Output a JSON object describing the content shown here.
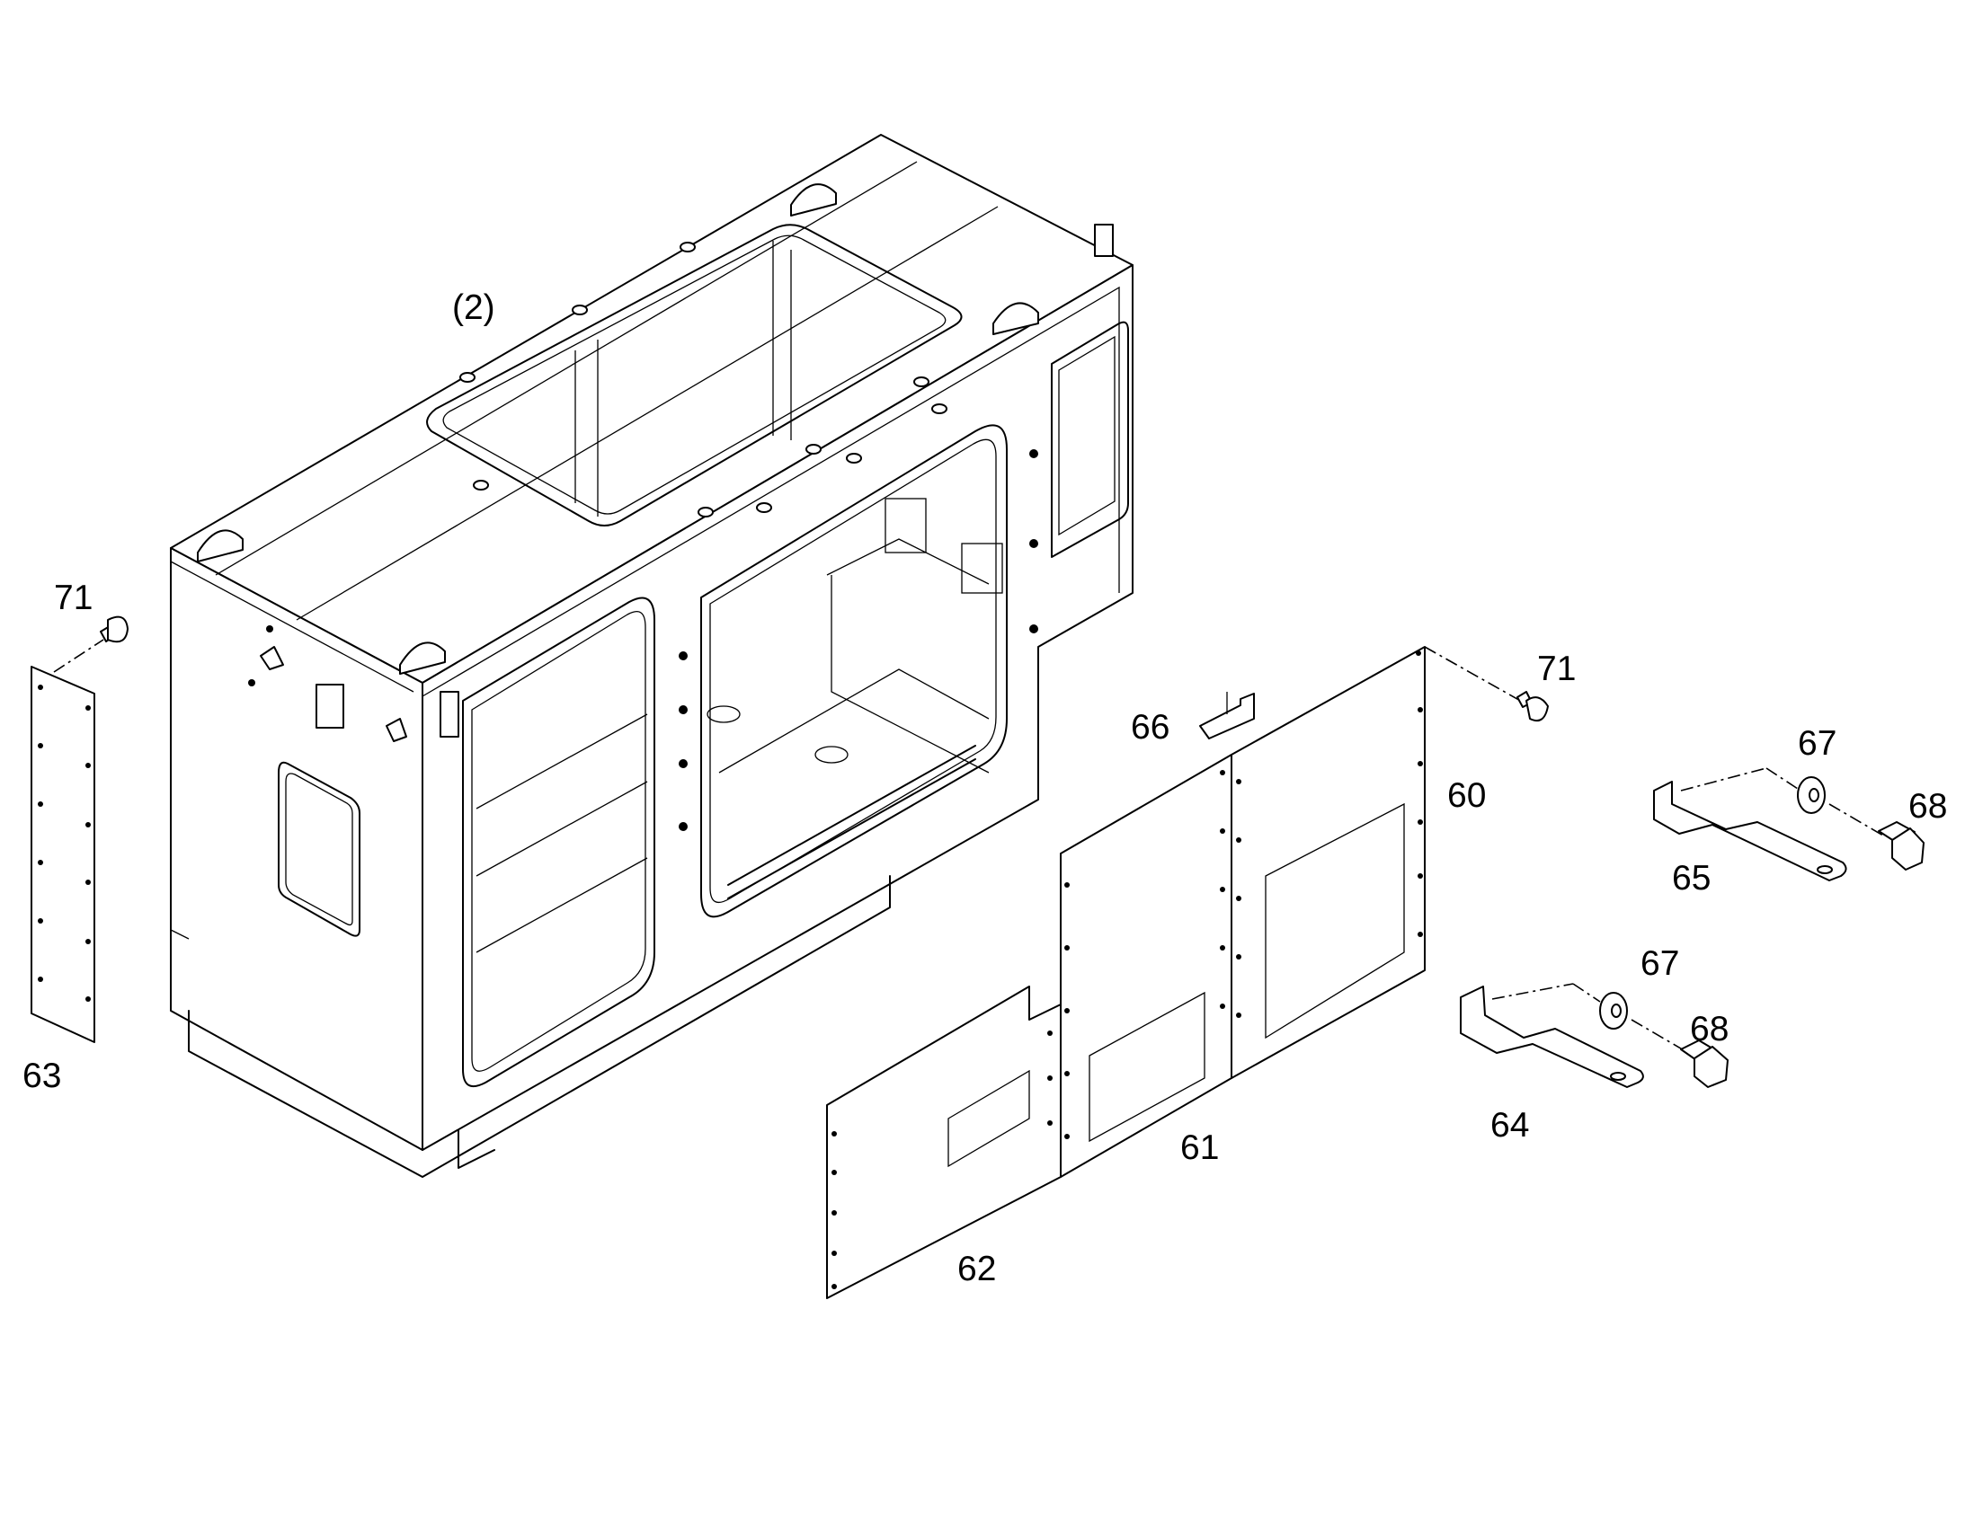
{
  "callouts": {
    "assembly": "(2)",
    "cover_left": "63",
    "bolt_left": "71",
    "bolt_right": "71",
    "bracket_top": "66",
    "panel_right": "60",
    "panel_middle": "61",
    "panel_left": "62",
    "bracket_upper": "65",
    "bracket_lower": "64",
    "washer_upper": "67",
    "washer_lower": "67",
    "bolt_upper": "68",
    "bolt_lower": "68"
  }
}
